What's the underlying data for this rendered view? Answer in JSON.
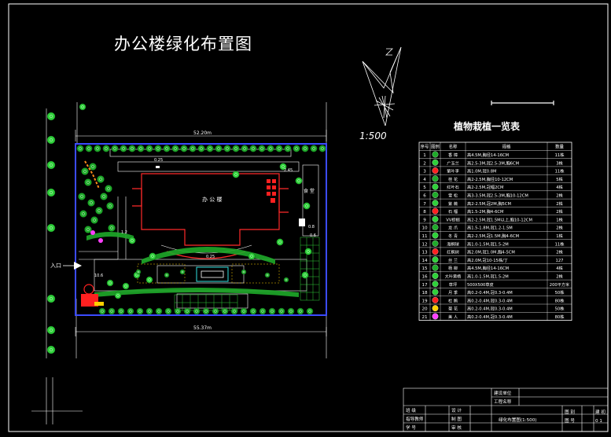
{
  "drawing": {
    "title": "办公楼绿化布置图",
    "scale": "1:500",
    "building_label": "办 公 楼",
    "dimension_top": "52.20m",
    "dimension_bottom": "55.37m",
    "entrance_label": "入口",
    "side_label": "食 堂",
    "small_dims": [
      "0.25",
      "1.2",
      "0.8",
      "10.6",
      "2.45",
      "0.6",
      "0.25"
    ]
  },
  "plant_table": {
    "title": "植物栽植一览表",
    "headers": [
      "序号",
      "图例",
      "名称",
      "规格",
      "数量"
    ],
    "rows": [
      {
        "no": "1",
        "name": "香 樟",
        "spec": "高4.5M,胸径14-16CM",
        "qty": "11株"
      },
      {
        "no": "2",
        "name": "广玉兰",
        "spec": "高2.5-3M,冠2.5-3M,胸6CM",
        "qty": "3株"
      },
      {
        "no": "3",
        "name": "紫叶李",
        "spec": "高1.0M,冠0.8M",
        "qty": "11株"
      },
      {
        "no": "4",
        "name": "桂 花",
        "spec": "高2-2.5M,胸径10-12CM",
        "qty": "5株"
      },
      {
        "no": "5",
        "name": "红叶石",
        "spec": "高2-2.5M,冠幅2CM",
        "qty": "4株"
      },
      {
        "no": "6",
        "name": "雪 松",
        "spec": "高3-3.5M,冠2.5-3M,胸10-12CM",
        "qty": "2株"
      },
      {
        "no": "7",
        "name": "紫 薇",
        "spec": "高2-2.5M,冠2M,胸5CM",
        "qty": "2株"
      },
      {
        "no": "8",
        "name": "石 榴",
        "spec": "高1.5-2M,胸4-6CM",
        "qty": "2株"
      },
      {
        "no": "9",
        "name": "VV棕榈",
        "spec": "高2-2.5M,冠1.5M以上,胸10-12CM",
        "qty": "1株"
      },
      {
        "no": "10",
        "name": "龙 爪",
        "spec": "高1.5-1.8M,冠1.2-1.5M",
        "qty": "2株"
      },
      {
        "no": "11",
        "name": "冬 青",
        "spec": "高2-2.5M,冠1.5M,胸4-6CM",
        "qty": "1株"
      },
      {
        "no": "12",
        "name": "海桐球",
        "spec": "高1.0-1.5M,冠1.5-2M",
        "qty": "11株"
      },
      {
        "no": "13",
        "name": "红枫树",
        "spec": "高2.0M,冠1.0M,胸4-5CM",
        "qty": "2株"
      },
      {
        "no": "14",
        "name": "丝 兰",
        "spec": "高2.0M,冠10-15株/丁",
        "qty": "127"
      },
      {
        "no": "15",
        "name": "杨 柳",
        "spec": "高4.5M,胸径14-16CM",
        "qty": "4株"
      },
      {
        "no": "16",
        "name": "大叶黄杨",
        "spec": "高1.0-1.5M,冠1.5-2M",
        "qty": "2株"
      },
      {
        "no": "17",
        "name": "草坪",
        "spec": "500X500草皮",
        "qty": "200平方米"
      },
      {
        "no": "18",
        "name": "月 季",
        "spec": "高0.2-0.4M,冠0.3-0.4M",
        "qty": "50株"
      },
      {
        "no": "19",
        "name": "杜 鹃",
        "spec": "高0.2-0.4M,冠0.3-0.4M",
        "qty": "80株"
      },
      {
        "no": "20",
        "name": "菊 花",
        "spec": "高0.2-0.4M,冠0.3-0.4M",
        "qty": "50株"
      },
      {
        "no": "21",
        "name": "美 人",
        "spec": "高0.2-0.4M,冠0.3-0.4M",
        "qty": "80株"
      }
    ]
  },
  "title_block": {
    "left_labels": [
      "设 计",
      "制 图",
      "审 核"
    ],
    "left_top_labels": [
      "班 级",
      "指导教师",
      "学 号"
    ],
    "right_top": [
      "建设单位",
      "工程名称"
    ],
    "drawing_name": "绿化布置图(1:500)",
    "fields": [
      "图 别",
      "图 号"
    ],
    "field_values": [
      "建 初",
      "0 1"
    ]
  },
  "colors": {
    "bg": "#000000",
    "frame": "#ffffff",
    "boundary": "#3b4bff",
    "building": "#ff2a2a",
    "tree": "#1faa2a",
    "shrub": "#2fd13a",
    "accent_red": "#ff2020",
    "orange": "#ff8a1a",
    "yellow": "#ffd000",
    "magenta": "#ff40ff",
    "cyan": "#30e0e0"
  }
}
